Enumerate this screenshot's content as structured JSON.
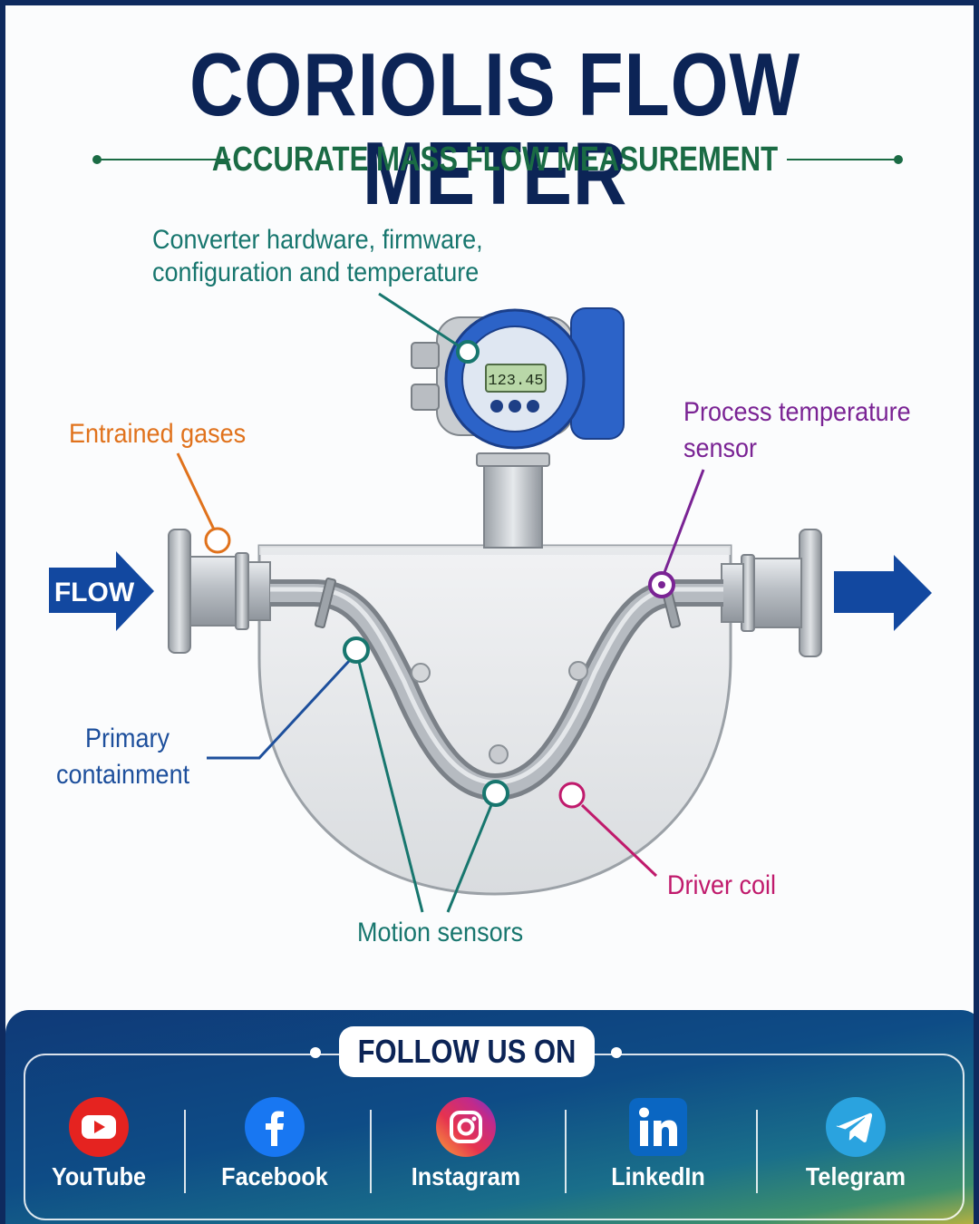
{
  "header": {
    "title": "CORIOLIS FLOW METER",
    "subtitle": "ACCURATE MASS FLOW MEASUREMENT"
  },
  "diagram": {
    "display_reading": "123.45",
    "flow_label": "FLOW",
    "labels": {
      "converter_line1": "Converter hardware, firmware,",
      "converter_line2": "configuration and temperature",
      "entrained_gases": "Entrained gases",
      "process_temp_line1": "Process temperature",
      "process_temp_line2": "sensor",
      "primary_line1": "Primary",
      "primary_line2": "containment",
      "motion_sensors": "Motion sensors",
      "driver_coil": "Driver coil"
    }
  },
  "colors": {
    "navy": "#0c2456",
    "green": "#1a6b44",
    "teal": "#17766e",
    "orange": "#e0721c",
    "purple": "#7a2394",
    "blue_label": "#1d4f9c",
    "magenta": "#c01a6c",
    "transmitter_blue": "#2c63c8"
  },
  "footer": {
    "follow_label": "FOLLOW US ON",
    "socials": [
      {
        "name": "YouTube",
        "icon": "youtube-icon",
        "color": "#e52320"
      },
      {
        "name": "Facebook",
        "icon": "facebook-icon",
        "color": "#1877f2"
      },
      {
        "name": "Instagram",
        "icon": "instagram-icon",
        "color": "#d62976"
      },
      {
        "name": "LinkedIn",
        "icon": "linkedin-icon",
        "color": "#0a66c2"
      },
      {
        "name": "Telegram",
        "icon": "telegram-icon",
        "color": "#2aa3df"
      }
    ]
  }
}
